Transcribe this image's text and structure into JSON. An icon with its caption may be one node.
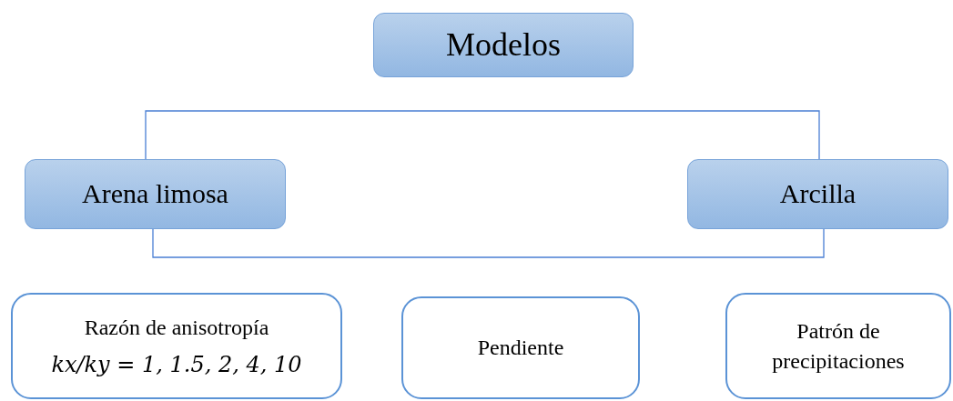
{
  "diagram": {
    "nodes": [
      {
        "text": [
          "Modelos"
        ]
      },
      {
        "text": [
          "Arena limosa"
        ]
      },
      {
        "text": [
          "Arcilla"
        ]
      },
      {
        "text": [
          "Razón de anisotropía",
          "kx/ky = 1, 1.5, 2, 4, 10"
        ]
      },
      {
        "text": [
          "Pendiente"
        ]
      },
      {
        "text": [
          "Patrón de precipitaciones"
        ]
      }
    ],
    "edges": [
      {
        "from": 1,
        "to": 2,
        "arrow": "none"
      },
      {
        "from": 1,
        "to": 2,
        "arrow": "none"
      }
    ]
  }
}
